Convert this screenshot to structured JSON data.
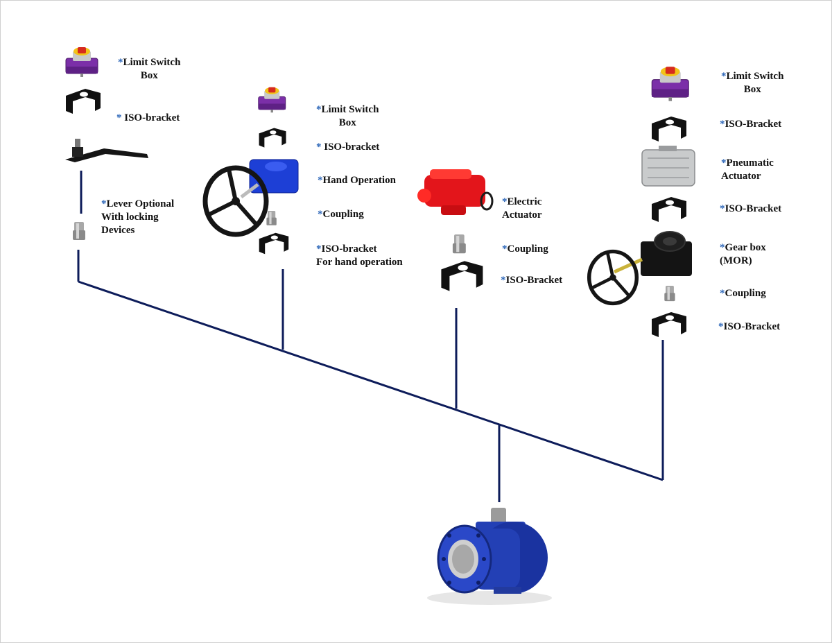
{
  "colors": {
    "line": "#0d1c5a",
    "star": "#2c66b8",
    "limit_switch_box": "#7b2fa8",
    "limit_switch_top": "#f2c21a",
    "bracket": "#111111",
    "hand_operation": "#1d3fd6",
    "electric_actuator": "#e3151b",
    "pneumatic_actuator": "#c9cbcc",
    "gearbox": "#141414",
    "valve": "#2340b5"
  },
  "labels": {
    "col1": {
      "limit_switch": "Limit Switch\nBox",
      "iso_bracket": " ISO-bracket",
      "lever": "Lever Optional\nWith locking\nDevices"
    },
    "col2": {
      "limit_switch": "Limit Switch\nBox",
      "iso_bracket": " ISO-bracket",
      "hand_operation": "Hand Operation",
      "coupling": "Coupling",
      "iso_bracket_hand": "ISO-bracket\nFor hand operation"
    },
    "col3": {
      "electric_actuator": "Electric\nActuator",
      "coupling": "Coupling",
      "iso_bracket": "ISO-Bracket"
    },
    "col4": {
      "limit_switch": "Limit Switch\nBox",
      "iso_bracket_1": "ISO-Bracket",
      "pneumatic_actuator": "Pneumatic\nActuator",
      "iso_bracket_2": "ISO-Bracket",
      "gear_box": "Gear box\n(MOR)",
      "coupling": "Coupling",
      "iso_bracket_3": "ISO-Bracket"
    }
  },
  "star": "*",
  "icons": {
    "limit_switch": "limit-switch-box-icon",
    "bracket": "iso-bracket-icon",
    "lever": "lever-icon",
    "coupling": "coupling-icon",
    "handwheel": "handwheel-icon",
    "electric_actuator": "electric-actuator-icon",
    "pneumatic_actuator": "pneumatic-actuator-icon",
    "gearbox": "gear-box-icon",
    "valve": "ball-valve-icon"
  }
}
